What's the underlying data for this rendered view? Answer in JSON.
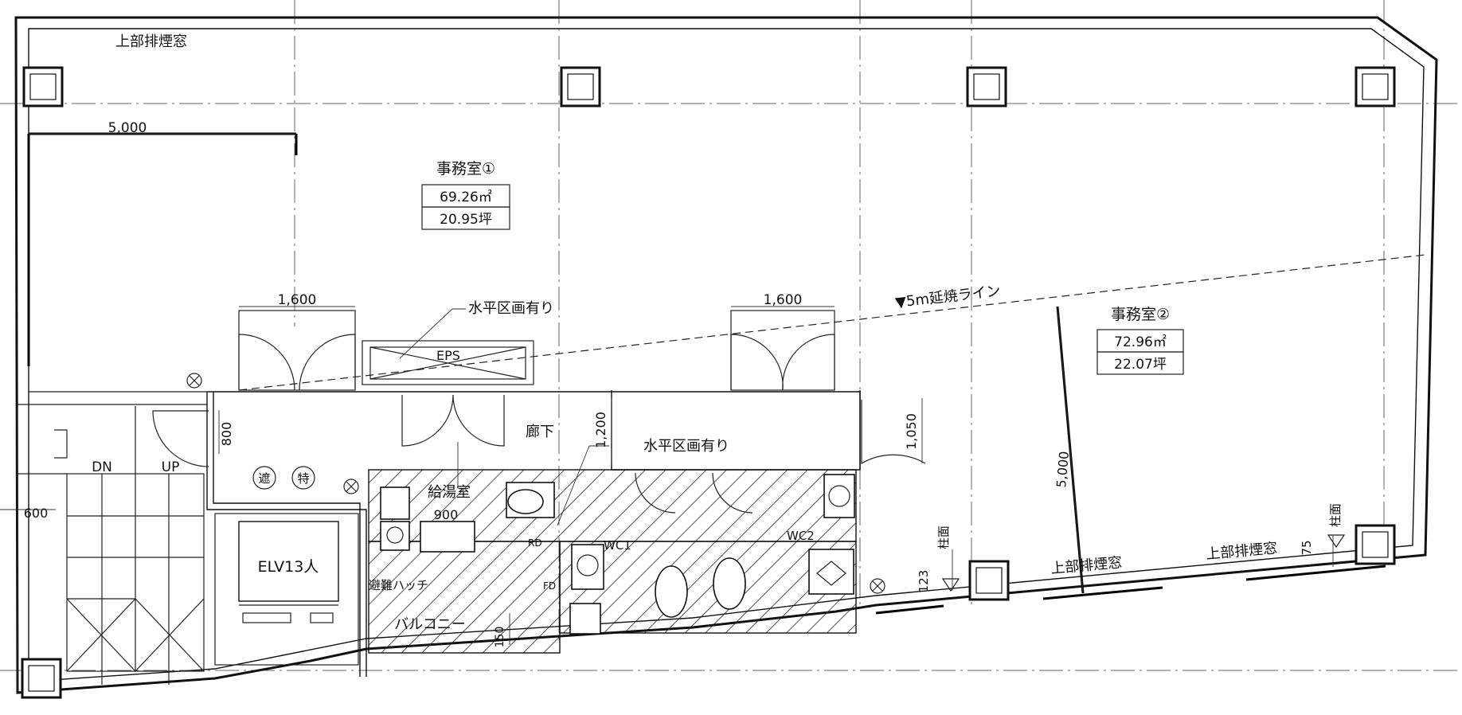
{
  "rooms": {
    "office1": {
      "name": "事務室①",
      "area_m2": "69.26㎡",
      "area_tsubo": "20.95坪"
    },
    "office2": {
      "name": "事務室②",
      "area_m2": "72.96㎡",
      "area_tsubo": "22.07坪"
    },
    "corridor": "廊下",
    "kitchenette": "給湯室",
    "balcony": "バルコニー",
    "elevator": "ELV13人",
    "eps": "EPS",
    "wc1": "WC1",
    "wc2": "WC2"
  },
  "labels": {
    "smoke_window_top": "上部排煙窓",
    "smoke_window_bottom_1": "上部排煙窓",
    "smoke_window_bottom_2": "上部排煙窓",
    "horizontal_division_1": "水平区画有り",
    "horizontal_division_2": "水平区画有り",
    "fire_spread_line": "▼5m延焼ライン",
    "stair_down": "DN",
    "stair_up": "UP",
    "shield_mark_1": "遮",
    "shield_mark_2": "特",
    "evacuation_hatch": "避難ハッチ",
    "column_face_1": "柱面",
    "column_face_2": "柱面",
    "rain_pipe": "RD",
    "floor_drain": "FD"
  },
  "dimensions": {
    "d_5000_top": "5,000",
    "d_1600_left": "1,600",
    "d_1600_right": "1,600",
    "d_800": "800",
    "d_600": "600",
    "d_900": "900",
    "d_1200": "1,200",
    "d_1050": "1,050",
    "d_5000_diag": "5,000",
    "d_123": "123",
    "d_75": "75",
    "d_150": "150"
  }
}
